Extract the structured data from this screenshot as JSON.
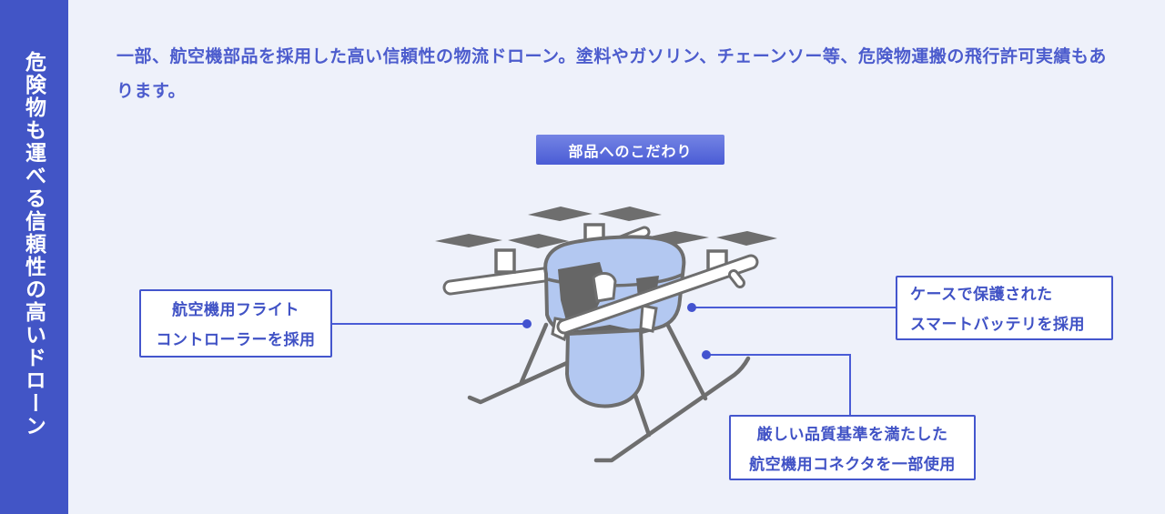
{
  "sidebar": {
    "title": "危険物も運べる信頼性の高いドローン"
  },
  "intro": {
    "text": "一部、航空機部品を採用した高い信頼性の物流ドローン。塗料やガソリン、チェーンソー等、危険物運搬の飛行許可実績もあります。"
  },
  "badge": {
    "label": "部品へのこだわり"
  },
  "callouts": {
    "flight_controller": {
      "line1": "航空機用フライト",
      "line2": "コントローラーを採用"
    },
    "smart_battery": {
      "line1": "ケースで保護された",
      "line2": "スマートバッテリを採用"
    },
    "connector": {
      "line1": "厳しい品質基準を満たした",
      "line2": "航空機用コネクタを一部使用"
    }
  },
  "illustration": {
    "subject": "delivery-drone"
  },
  "colors": {
    "background": "#eef1fa",
    "sidebar_blue": "#4255c6",
    "text_blue": "#4c5ccd",
    "callout_border_blue": "#4456cd",
    "connector_blue": "#4a5cd6",
    "badge_gradient_top": "#7484e4",
    "badge_gradient_bottom": "#4a5cd5",
    "drone_gray": "#6e6e6e",
    "drone_body_blue": "#b3c8f1"
  }
}
